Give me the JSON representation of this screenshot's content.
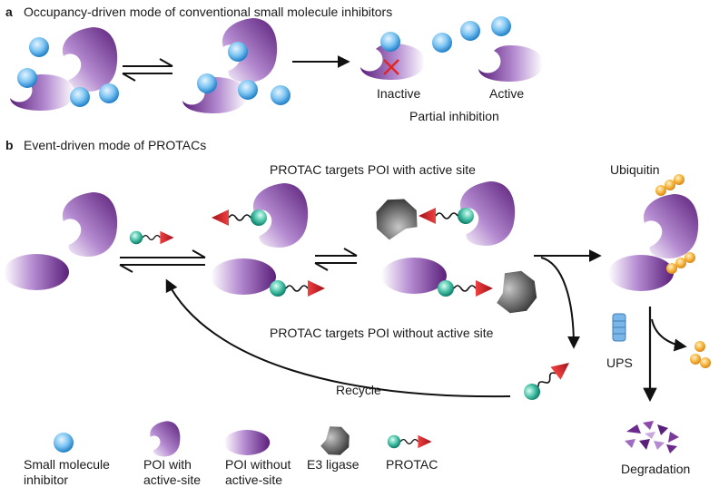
{
  "colors": {
    "poi_purple_dark": "#5a1f7a",
    "poi_purple_light": "#ffffff",
    "inhibitor_blue": "#2e8fd8",
    "protac_teal": "#1a9a86",
    "protac_red": "#c8202a",
    "e3_gray": "#4a4a4a",
    "ubiquitin_orange": "#f0a020",
    "cross_red": "#e52421"
  },
  "panel_a": {
    "letter": "a",
    "title": "Occupancy-driven mode of conventional small molecule inhibitors",
    "inactive_label": "Inactive",
    "active_label": "Active",
    "partial_label": "Partial inhibition"
  },
  "panel_b": {
    "letter": "b",
    "title": "Event-driven mode of PROTACs",
    "with_site_label": "PROTAC targets POI with active site",
    "without_site_label": "PROTAC targets POI without active site",
    "ubiquitin_label": "Ubiquitin",
    "ups_label": "UPS",
    "recycle_label": "Recycle",
    "degradation_label": "Degradation"
  },
  "legend": {
    "inhibitor_line1": "Small molecule",
    "inhibitor_line2": "inhibitor",
    "poi_site_line1": "POI with",
    "poi_site_line2": "active-site",
    "poi_nosite_line1": "POI without",
    "poi_nosite_line2": "active-site",
    "e3": "E3 ligase",
    "protac": "PROTAC"
  }
}
